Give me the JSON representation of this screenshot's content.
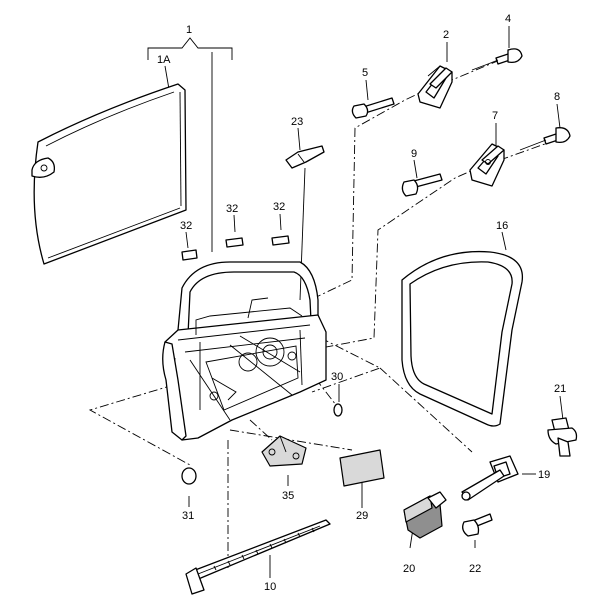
{
  "callouts": {
    "c1": "1",
    "c1a": "1A",
    "c2": "2",
    "c4": "4",
    "c5": "5",
    "c7": "7",
    "c8": "8",
    "c9": "9",
    "c10": "10",
    "c16": "16",
    "c19": "19",
    "c20": "20",
    "c21": "21",
    "c22": "22",
    "c23": "23",
    "c29": "29",
    "c30": "30",
    "c31": "31",
    "c32a": "32",
    "c32b": "32",
    "c32c": "32",
    "c35": "35"
  }
}
